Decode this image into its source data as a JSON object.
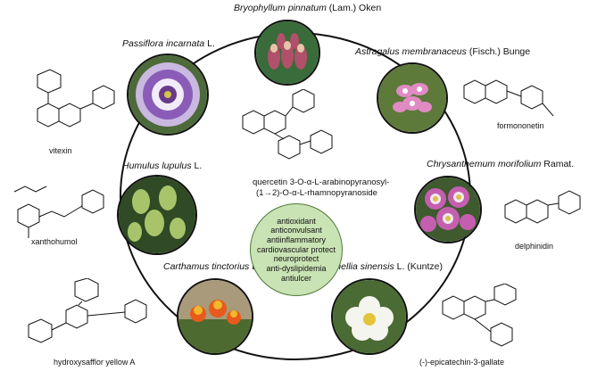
{
  "plants": [
    {
      "id": "bryophyllum",
      "latin": "Bryophyllum pinnatum",
      "author": " (Lam.) Oken"
    },
    {
      "id": "astragalus",
      "latin": "Astragalus membranaceus",
      "author": " (Fisch.) Bunge"
    },
    {
      "id": "chrysanthemum",
      "latin": "Chrysanthemum morifolium",
      "author": " Ramat."
    },
    {
      "id": "camellia",
      "latin": "Camellia sinensis",
      "author": " L. (Kuntze)"
    },
    {
      "id": "carthamus",
      "latin": "Carthamus tinctorius",
      "author": " L."
    },
    {
      "id": "humulus",
      "latin": "Humulus lupulus",
      "author": " L."
    },
    {
      "id": "passiflora",
      "latin": "Passiflora incarnata",
      "author": " L."
    }
  ],
  "compounds": {
    "vitexin": "vitexin",
    "formononetin": "formononetin",
    "delphinidin": "delphinidin",
    "epicatechin": "(-)-epicatechin-3-gallate",
    "hydroxysafflor": "hydroxysafflor yellow A",
    "xanthohumol": "xanthohumol",
    "quercetin_line1": "quercetin 3-O-α-L-arabinopyranosyl-",
    "quercetin_line2": "(1→2)-O-α-L-rhamnopyranoside"
  },
  "activities": [
    "antioxidant",
    "anticonvulsant",
    "antiinflammatory",
    "cardiovascular protect",
    "neuroprotect",
    "anti-dyslipidemia",
    "antiulcer"
  ],
  "colors": {
    "circle": "#111111",
    "center_fill": "#c9e3b4",
    "center_stroke": "#4f7a3a"
  }
}
